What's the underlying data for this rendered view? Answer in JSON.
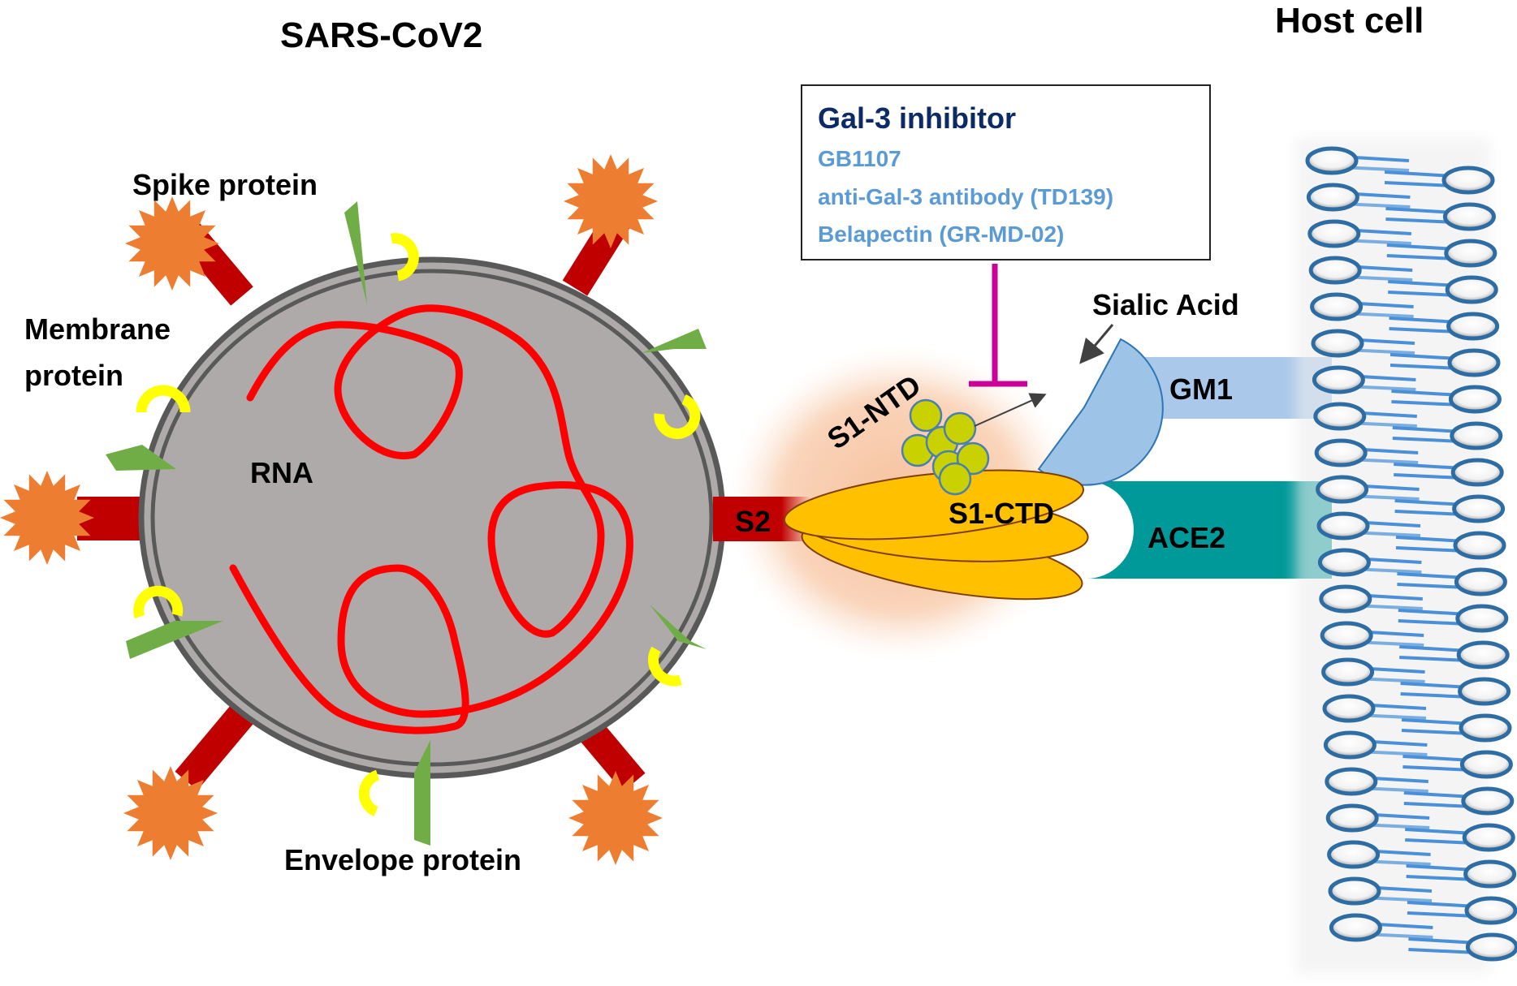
{
  "titles": {
    "virus": "SARS-CoV2",
    "host": "Host cell"
  },
  "labels": {
    "spike_protein": "Spike protein",
    "membrane_protein_line1": "Membrane",
    "membrane_protein_line2": "protein",
    "rna": "RNA",
    "envelope_protein": "Envelope protein",
    "s2": "S2",
    "s1_ntd": "S1-NTD",
    "s1_ctd": "S1-CTD",
    "sialic_acid": "Sialic Acid",
    "gm1": "GM1",
    "ace2": "ACE2"
  },
  "inhibitor_box": {
    "title": "Gal-3 inhibitor",
    "items": [
      "GB1107",
      "anti-Gal-3 antibody (TD139)",
      "Belapectin (GR-MD-02)"
    ]
  },
  "colors": {
    "virus_body": "#aeaaaa",
    "virus_membrane": "#595959",
    "rna": "#ff0000",
    "spike_stalk": "#c00000",
    "spike_head": "#ed7d31",
    "membrane_protein": "#70ad47",
    "envelope_protein": "#ffff00",
    "s1_ctd": "#ffc000",
    "s1_ntd_beads": "#c9d200",
    "halo": "#f8c9a8",
    "sialic_acid": "#9dc3e6",
    "gm1": "#a9c8ea",
    "ace2": "#009999",
    "inhibitor_line": "#cc0099",
    "inhibitor_title": "#0b2a66",
    "inhibitor_items": "#5b9bd5",
    "lipid_head_border": "#2e6da4",
    "lipid_tail": "#4a90d9"
  }
}
